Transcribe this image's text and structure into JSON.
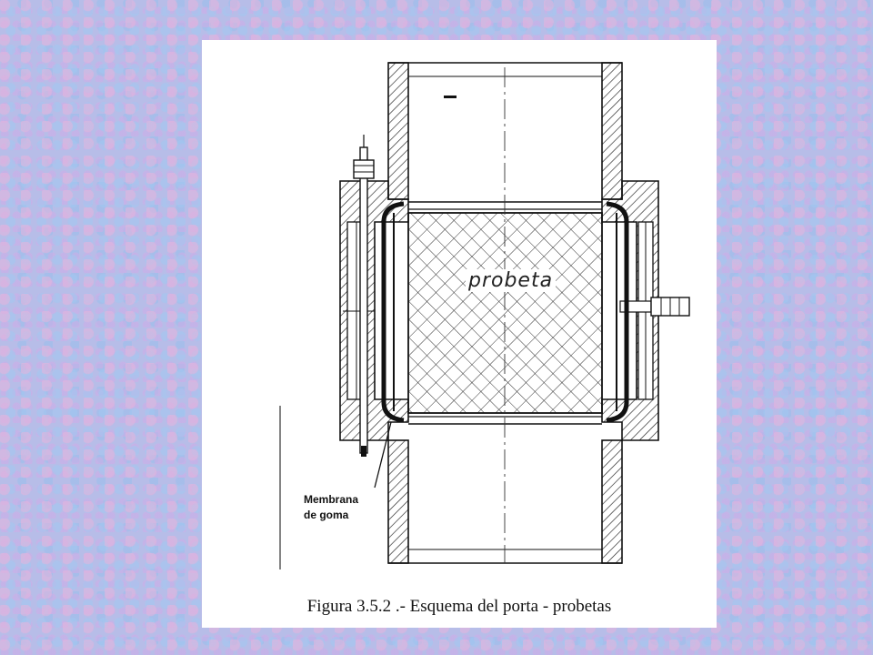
{
  "figure": {
    "caption": "Figura 3.5.2 .- Esquema del porta - probetas",
    "labels": {
      "specimen": "probeta",
      "membrane_line1": "Membrana",
      "membrane_line2": "de goma"
    }
  }
}
